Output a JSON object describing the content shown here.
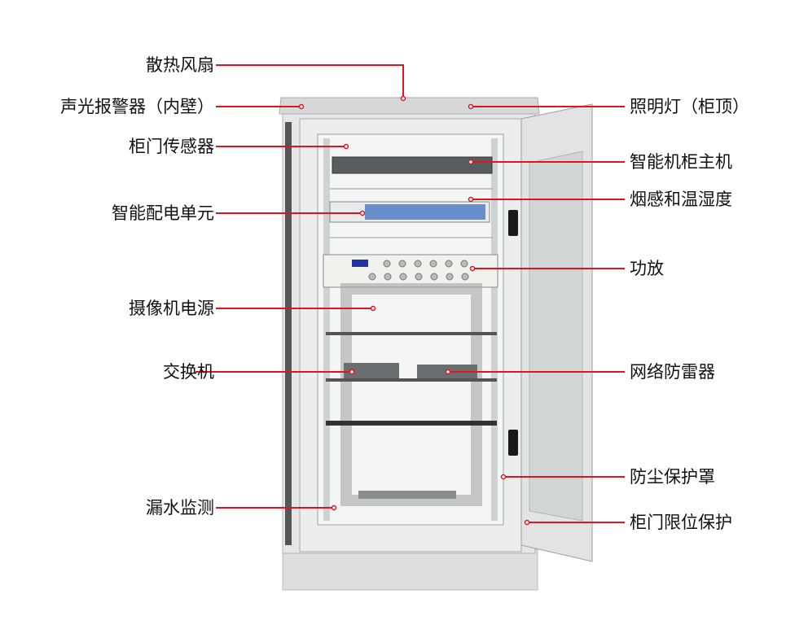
{
  "labels_left": [
    {
      "id": "fan",
      "text": "散热风扇"
    },
    {
      "id": "alarm",
      "text": "声光报警器（内壁）"
    },
    {
      "id": "door-sensor",
      "text": "柜门传感器"
    },
    {
      "id": "pdu",
      "text": "智能配电单元"
    },
    {
      "id": "camera-power",
      "text": "摄像机电源"
    },
    {
      "id": "switch",
      "text": "交换机"
    },
    {
      "id": "leak",
      "text": "漏水监测"
    }
  ],
  "labels_right": [
    {
      "id": "light",
      "text": "照明灯（柜顶）"
    },
    {
      "id": "host",
      "text": "智能机柜主机"
    },
    {
      "id": "smoke",
      "text": "烟感和温湿度"
    },
    {
      "id": "amp",
      "text": "功放"
    },
    {
      "id": "surge",
      "text": "网络防雷器"
    },
    {
      "id": "dust",
      "text": "防尘保护罩"
    },
    {
      "id": "door-limit",
      "text": "柜门限位保护"
    }
  ],
  "colors": {
    "leader": "#e0141e",
    "cabinet": "#d9dbdc",
    "text": "#111111"
  }
}
